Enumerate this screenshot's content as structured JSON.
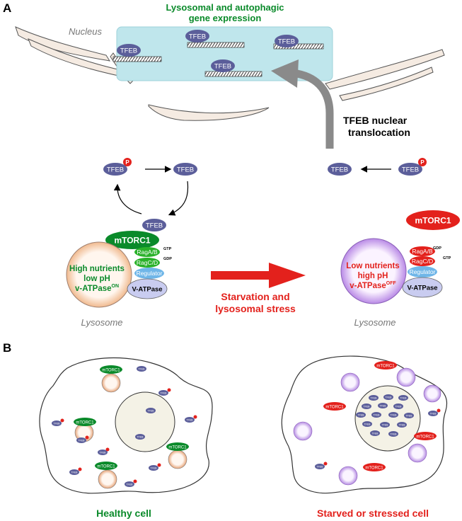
{
  "panels": {
    "a": "A",
    "b": "B"
  },
  "panel_a": {
    "nucleus_label": "Nucleus",
    "gene_expression": {
      "line1": "Lysosomal and autophagic",
      "line2": "gene expression"
    },
    "translocation": {
      "line1": "TFEB nuclear",
      "line2": "translocation"
    },
    "tfeb": "TFEB",
    "phospho": "P",
    "mtorc1": "mTORC1",
    "rag_ab": "RagA/B",
    "rag_cd": "RagC/D",
    "gtp": "GTP",
    "gdp": "GDP",
    "regulator": "Regulator",
    "vatpase": "V-ATPase",
    "lysosome_label": "Lysosome",
    "left_lysosome": {
      "line1": "High nutrients",
      "line2": "low pH",
      "line3": "v-ATPase",
      "sup": "ON"
    },
    "right_lysosome": {
      "line1": "Low nutrients",
      "line2": "high pH",
      "line3": "v-ATPase",
      "sup": "OFF"
    },
    "arrow_label": {
      "line1": "Starvation and",
      "line2": "lysosomal stress"
    }
  },
  "panel_b": {
    "healthy": "Healthy cell",
    "starved": "Starved or stressed cell",
    "mtorc1": "mTORC1",
    "tfeb": "TFEB",
    "phospho": "P"
  },
  "colors": {
    "green": "#0a8a2a",
    "red": "#e3211c",
    "tfeb": "#5b5e9a",
    "nucleus_box": "#bfe6ec",
    "regulator": "#6fb6e8",
    "vatpase": "#c9ccf0"
  }
}
